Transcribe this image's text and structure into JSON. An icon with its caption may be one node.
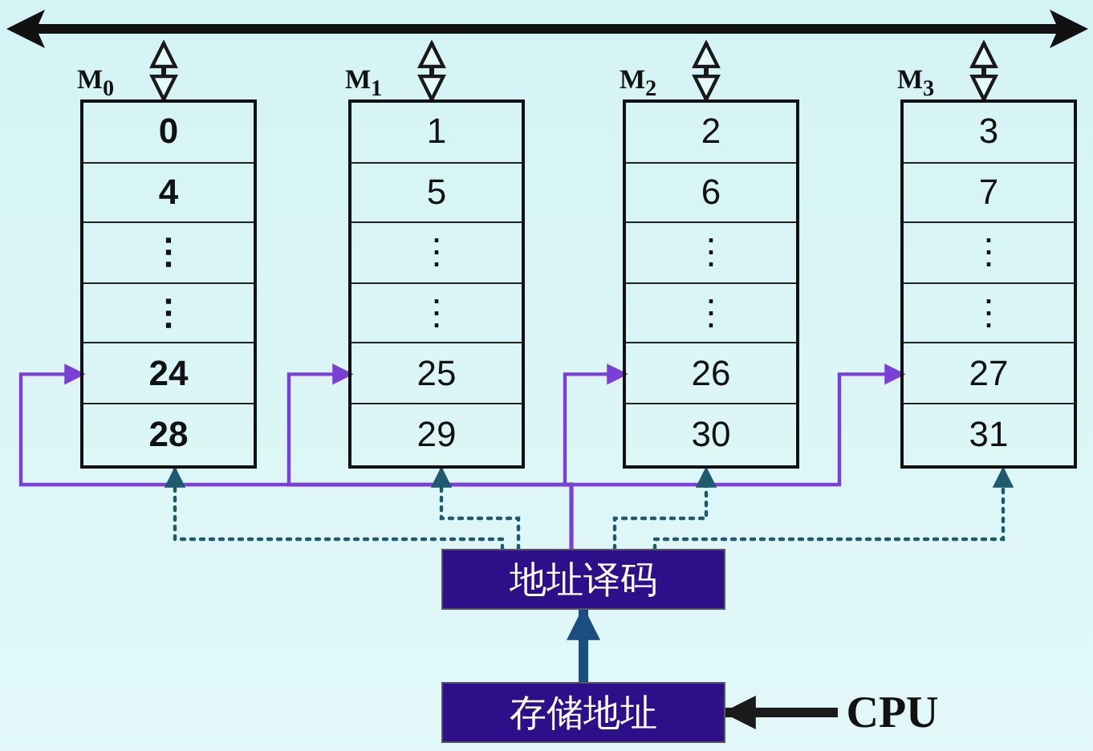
{
  "diagram": {
    "nodes": [
      {
        "text": [],
        "shape": "bar"
      },
      {
        "text": [
          "M$_{0}$"
        ]
      },
      {
        "text": [
          "0"
        ],
        "in": 1
      },
      {
        "text": [
          "4"
        ],
        "in": 1
      },
      {
        "text": [
          "⋮"
        ],
        "in": 1
      },
      {
        "text": [
          "⋮"
        ],
        "in": 1
      },
      {
        "text": [
          "24"
        ],
        "in": 1
      },
      {
        "text": [
          "28"
        ],
        "in": 1
      },
      {
        "text": [
          "M$_{1}$"
        ]
      },
      {
        "text": [
          "1"
        ],
        "in": 8
      },
      {
        "text": [
          "5"
        ],
        "in": 8
      },
      {
        "text": [
          "⋮"
        ],
        "in": 8
      },
      {
        "text": [
          "⋮"
        ],
        "in": 8
      },
      {
        "text": [
          "25"
        ],
        "in": 8
      },
      {
        "text": [
          "29"
        ],
        "in": 8
      },
      {
        "text": [
          "M$_{2}$"
        ]
      },
      {
        "text": [
          "2"
        ],
        "in": 15
      },
      {
        "text": [
          "6"
        ],
        "in": 15
      },
      {
        "text": [
          "⋮"
        ],
        "in": 15
      },
      {
        "text": [
          "⋮"
        ],
        "in": 15
      },
      {
        "text": [
          "26"
        ],
        "in": 15
      },
      {
        "text": [
          "30"
        ],
        "in": 15
      },
      {
        "text": [
          "M$_{3}$"
        ]
      },
      {
        "text": [
          "3"
        ],
        "in": 22
      },
      {
        "text": [
          "7"
        ],
        "in": 22
      },
      {
        "text": [
          "⋮"
        ],
        "in": 22
      },
      {
        "text": [
          "⋮"
        ],
        "in": 22
      },
      {
        "text": [
          "27"
        ],
        "in": 22
      },
      {
        "text": [
          "31"
        ],
        "in": 22
      },
      {
        "text": [
          "地址译码"
        ]
      },
      {
        "text": [
          "存储地址"
        ]
      },
      {
        "text": [
          "CPU"
        ]
      }
    ],
    "edges": [
      {
        "from": 0,
        "to": 1,
        "arrow": "both"
      },
      {
        "from": 0,
        "to": 8,
        "arrow": "both"
      },
      {
        "from": 0,
        "to": 15,
        "arrow": "both"
      },
      {
        "from": 0,
        "to": 22,
        "arrow": "both"
      },
      {
        "from": 29,
        "to": 6,
        "arrow": "to",
        "color": "#7b3fd6"
      },
      {
        "from": 29,
        "to": 13,
        "arrow": "to",
        "color": "#7b3fd6"
      },
      {
        "from": 29,
        "to": 20,
        "arrow": "to",
        "color": "#7b3fd6"
      },
      {
        "from": 29,
        "to": 27,
        "arrow": "to",
        "color": "#7b3fd6"
      },
      {
        "from": 29,
        "to": 1,
        "arrow": "to",
        "style": "dashed",
        "color": "#1f5a6e"
      },
      {
        "from": 29,
        "to": 8,
        "arrow": "to",
        "style": "dashed",
        "color": "#1f5a6e"
      },
      {
        "from": 29,
        "to": 15,
        "arrow": "to",
        "style": "dashed",
        "color": "#1f5a6e"
      },
      {
        "from": 29,
        "to": 22,
        "arrow": "to",
        "style": "dashed",
        "color": "#1f5a6e"
      },
      {
        "from": 30,
        "to": 29,
        "arrow": "to",
        "style": "thick",
        "color": "#1a4d80"
      },
      {
        "from": 31,
        "to": 30,
        "arrow": "to",
        "style": "thick"
      }
    ]
  }
}
